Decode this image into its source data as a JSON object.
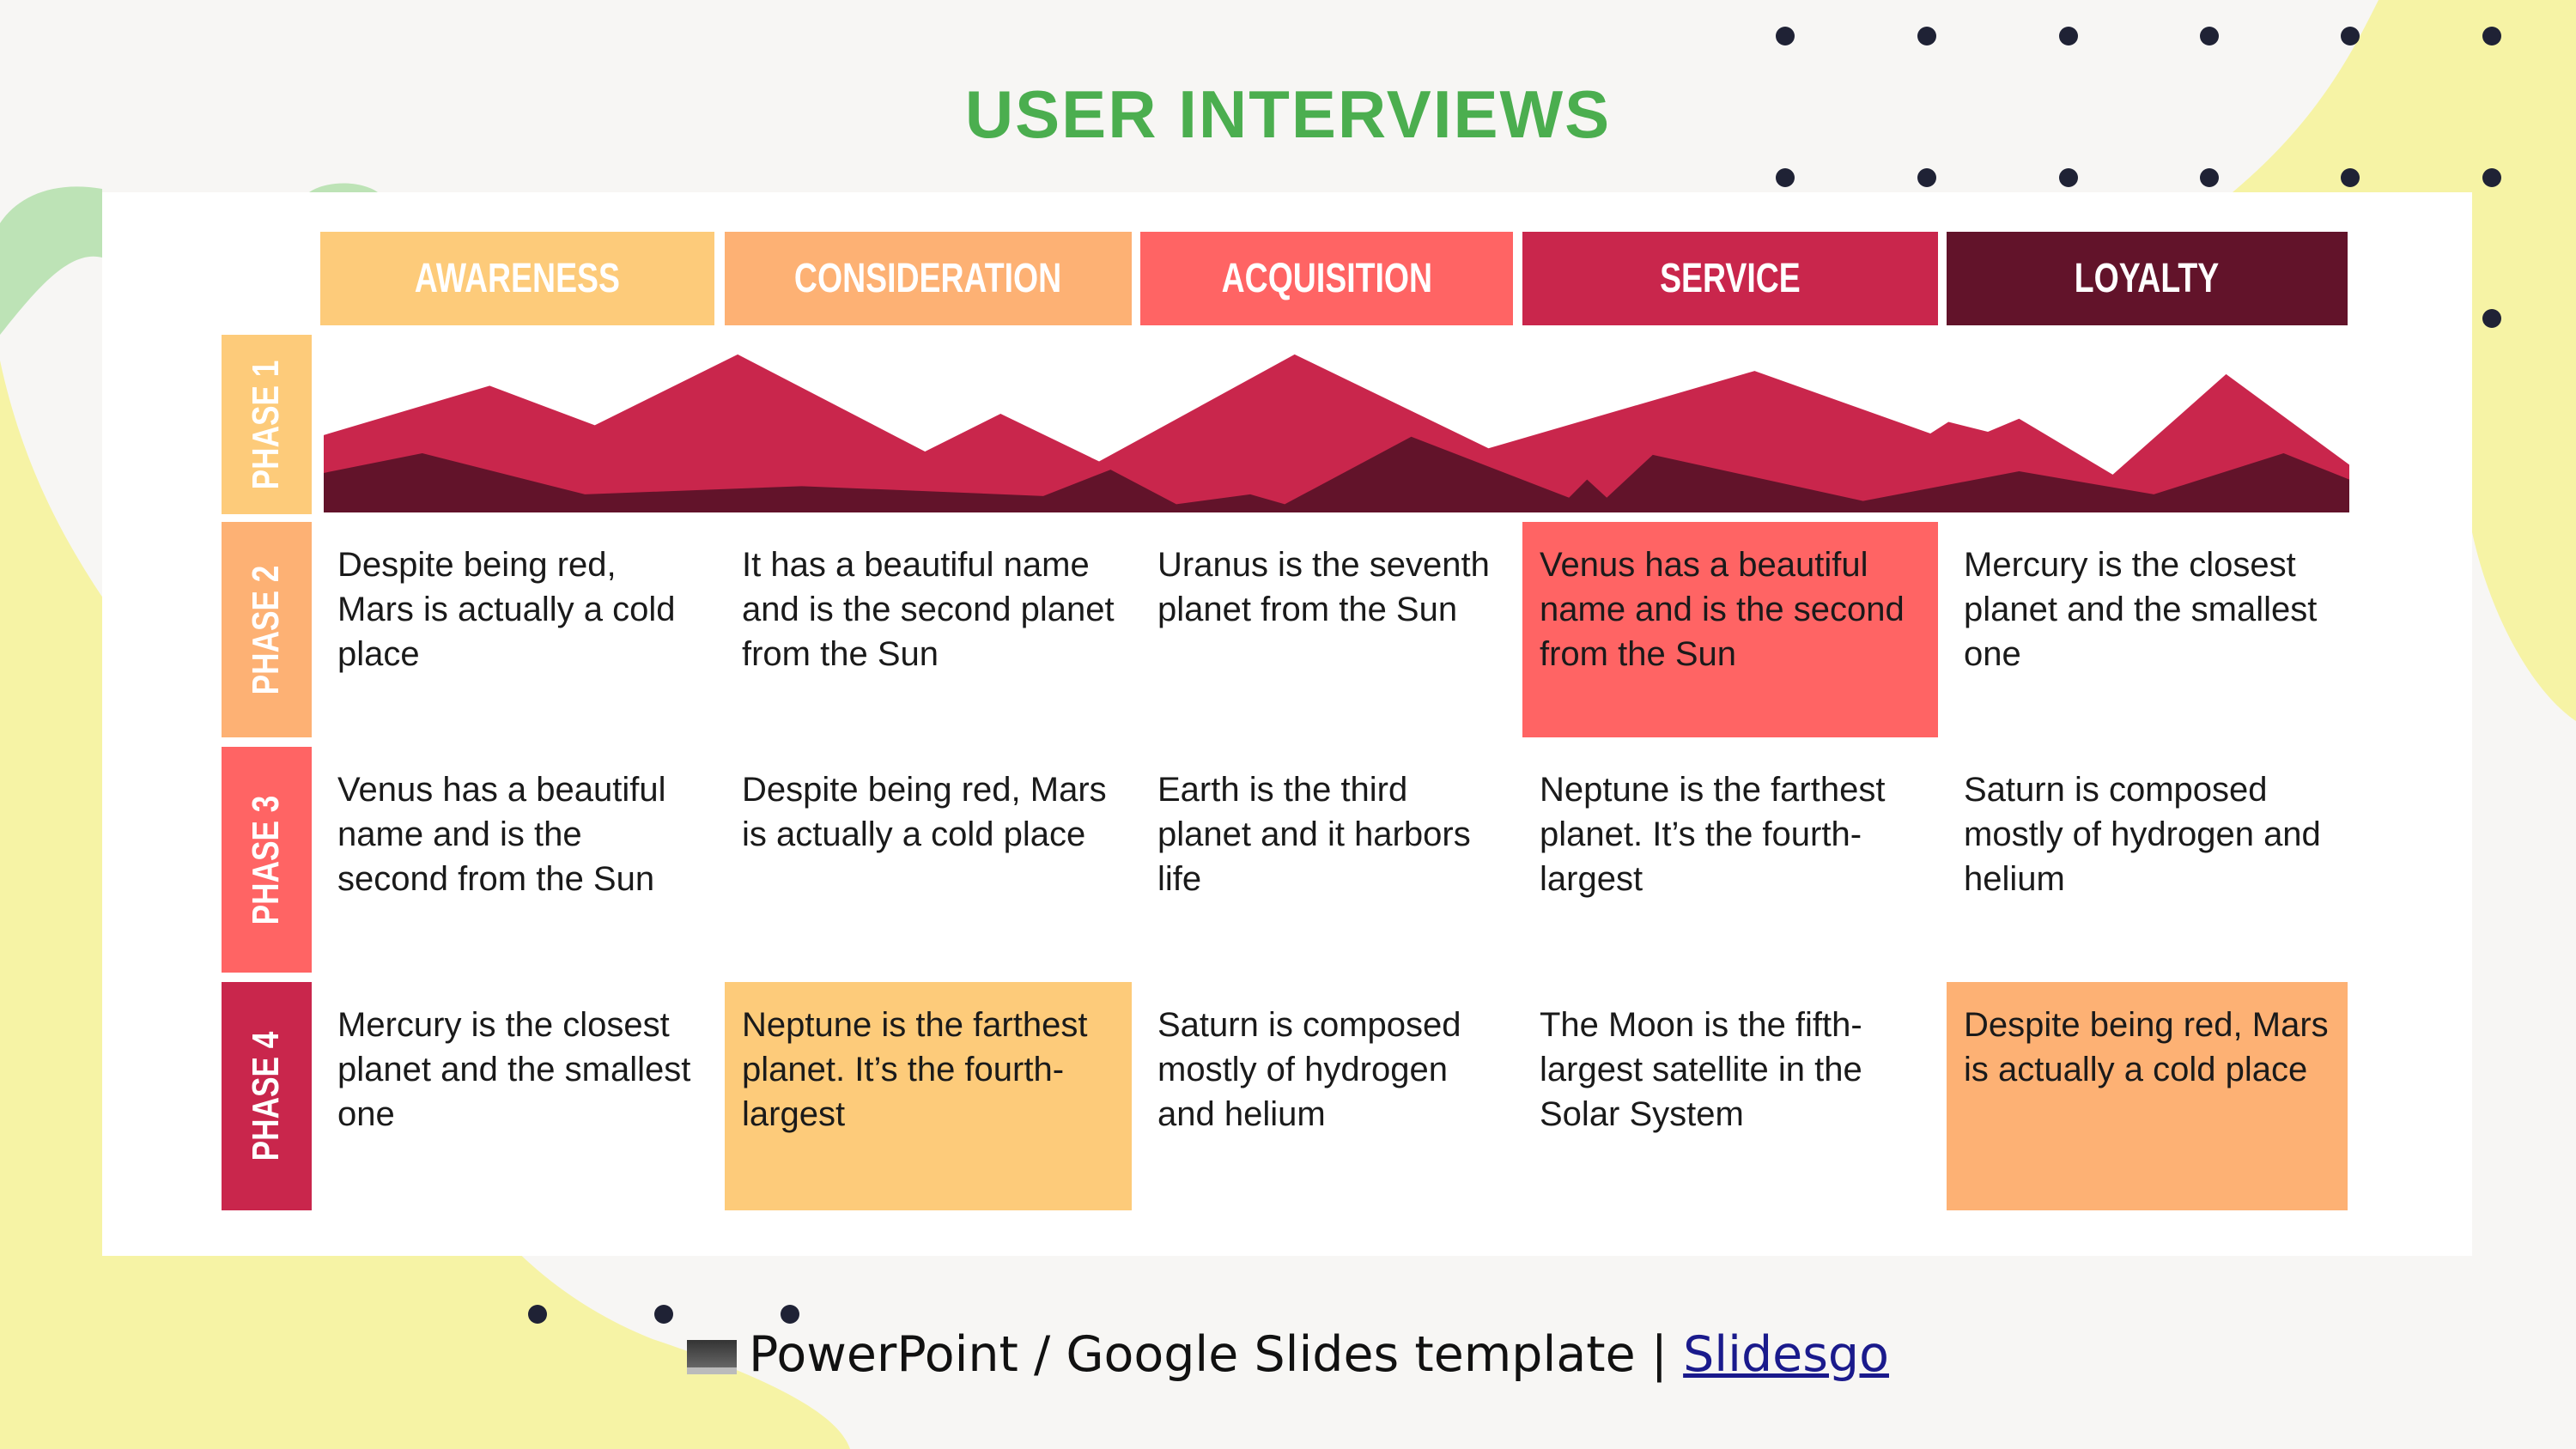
{
  "title": "USER INTERVIEWS",
  "columns": [
    {
      "label": "AWARENESS",
      "color": "#FDCB7A"
    },
    {
      "label": "CONSIDERATION",
      "color": "#FDB174"
    },
    {
      "label": "ACQUISITION",
      "color": "#FF6464"
    },
    {
      "label": "SERVICE",
      "color": "#C9264C"
    },
    {
      "label": "LOYALTY",
      "color": "#62132A"
    }
  ],
  "phases": [
    {
      "label": "PHASE 1",
      "color": "#FDCB7A"
    },
    {
      "label": "PHASE 2",
      "color": "#FDB174"
    },
    {
      "label": "PHASE 3",
      "color": "#FF6464"
    },
    {
      "label": "PHASE 4",
      "color": "#C9264C"
    }
  ],
  "rows": {
    "phase2": [
      "Despite being red, Mars is actually a cold place",
      "It has a beautiful name and is the second planet from the Sun",
      "Uranus is the seventh planet from the Sun",
      "Venus has a beautiful name and is the second from the Sun",
      "Mercury is the closest planet and the smallest one"
    ],
    "phase3": [
      "Venus has a beautiful name and is the second from the Sun",
      "Despite being red, Mars is actually a cold place",
      "Earth is the third planet and it harbors life",
      "Neptune is the farthest planet. It’s the fourth-largest",
      "Saturn is composed mostly of hydrogen and helium"
    ],
    "phase4": [
      "Mercury is the closest planet and the smallest one",
      "Neptune is the farthest planet. It’s the fourth-largest",
      "Saturn is composed mostly of hydrogen and helium",
      "The Moon is the fifth-largest satellite in the Solar System",
      "Despite being red, Mars is actually a cold place"
    ]
  },
  "footer": {
    "text": "PowerPoint / Google Slides template |",
    "link": "Slidesgo",
    "icon": "laptop-icon"
  }
}
